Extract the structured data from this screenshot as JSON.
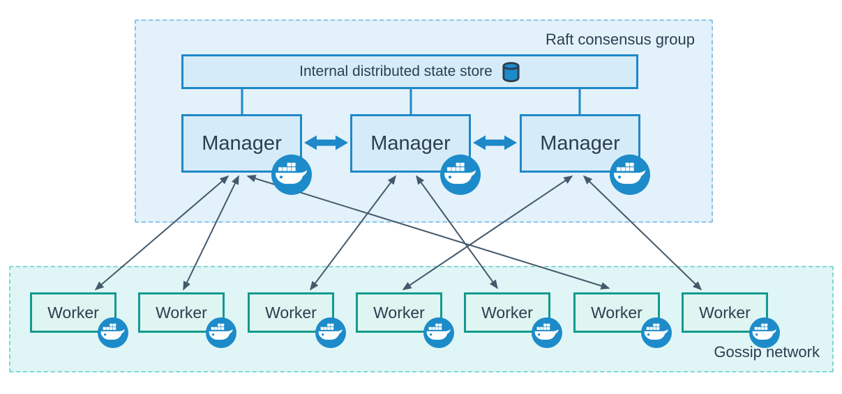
{
  "diagram": {
    "raft_group": {
      "label": "Raft consensus group"
    },
    "gossip_group": {
      "label": "Gossip network"
    },
    "store": {
      "label": "Internal distributed state store",
      "icon": "database-cylinder-icon"
    },
    "managers": [
      {
        "id": "manager-1",
        "label": "Manager",
        "icon": "docker-whale-icon"
      },
      {
        "id": "manager-2",
        "label": "Manager",
        "icon": "docker-whale-icon"
      },
      {
        "id": "manager-3",
        "label": "Manager",
        "icon": "docker-whale-icon"
      }
    ],
    "workers": [
      {
        "id": "worker-1",
        "label": "Worker",
        "icon": "docker-whale-icon"
      },
      {
        "id": "worker-2",
        "label": "Worker",
        "icon": "docker-whale-icon"
      },
      {
        "id": "worker-3",
        "label": "Worker",
        "icon": "docker-whale-icon"
      },
      {
        "id": "worker-4",
        "label": "Worker",
        "icon": "docker-whale-icon"
      },
      {
        "id": "worker-5",
        "label": "Worker",
        "icon": "docker-whale-icon"
      },
      {
        "id": "worker-6",
        "label": "Worker",
        "icon": "docker-whale-icon"
      },
      {
        "id": "worker-7",
        "label": "Worker",
        "icon": "docker-whale-icon"
      }
    ],
    "connections": [
      {
        "from": "manager-1",
        "to": "manager-2",
        "type": "raft-sync",
        "bidirectional": true
      },
      {
        "from": "manager-2",
        "to": "manager-3",
        "type": "raft-sync",
        "bidirectional": true
      },
      {
        "from": "manager-1",
        "to": "worker-1",
        "type": "gossip",
        "bidirectional": true
      },
      {
        "from": "manager-1",
        "to": "worker-2",
        "type": "gossip",
        "bidirectional": true
      },
      {
        "from": "manager-1",
        "to": "worker-6",
        "type": "gossip",
        "bidirectional": true
      },
      {
        "from": "manager-2",
        "to": "worker-3",
        "type": "gossip",
        "bidirectional": true
      },
      {
        "from": "manager-2",
        "to": "worker-5",
        "type": "gossip",
        "bidirectional": true
      },
      {
        "from": "manager-3",
        "to": "worker-4",
        "type": "gossip",
        "bidirectional": true
      },
      {
        "from": "manager-3",
        "to": "worker-7",
        "type": "gossip",
        "bidirectional": true
      }
    ],
    "colors": {
      "raft_fill": "#e3f1fa",
      "raft_border": "#8ac5e9",
      "gossip_fill": "#e0f6f6",
      "gossip_border": "#7fd6d6",
      "manager_fill": "#d6ebf8",
      "manager_border": "#1e88c8",
      "worker_fill": "#def5f1",
      "worker_border": "#129a8e",
      "docker_blue": "#1d8bc9",
      "thin_arrow": "#44596b",
      "text": "#2c3e50"
    }
  }
}
